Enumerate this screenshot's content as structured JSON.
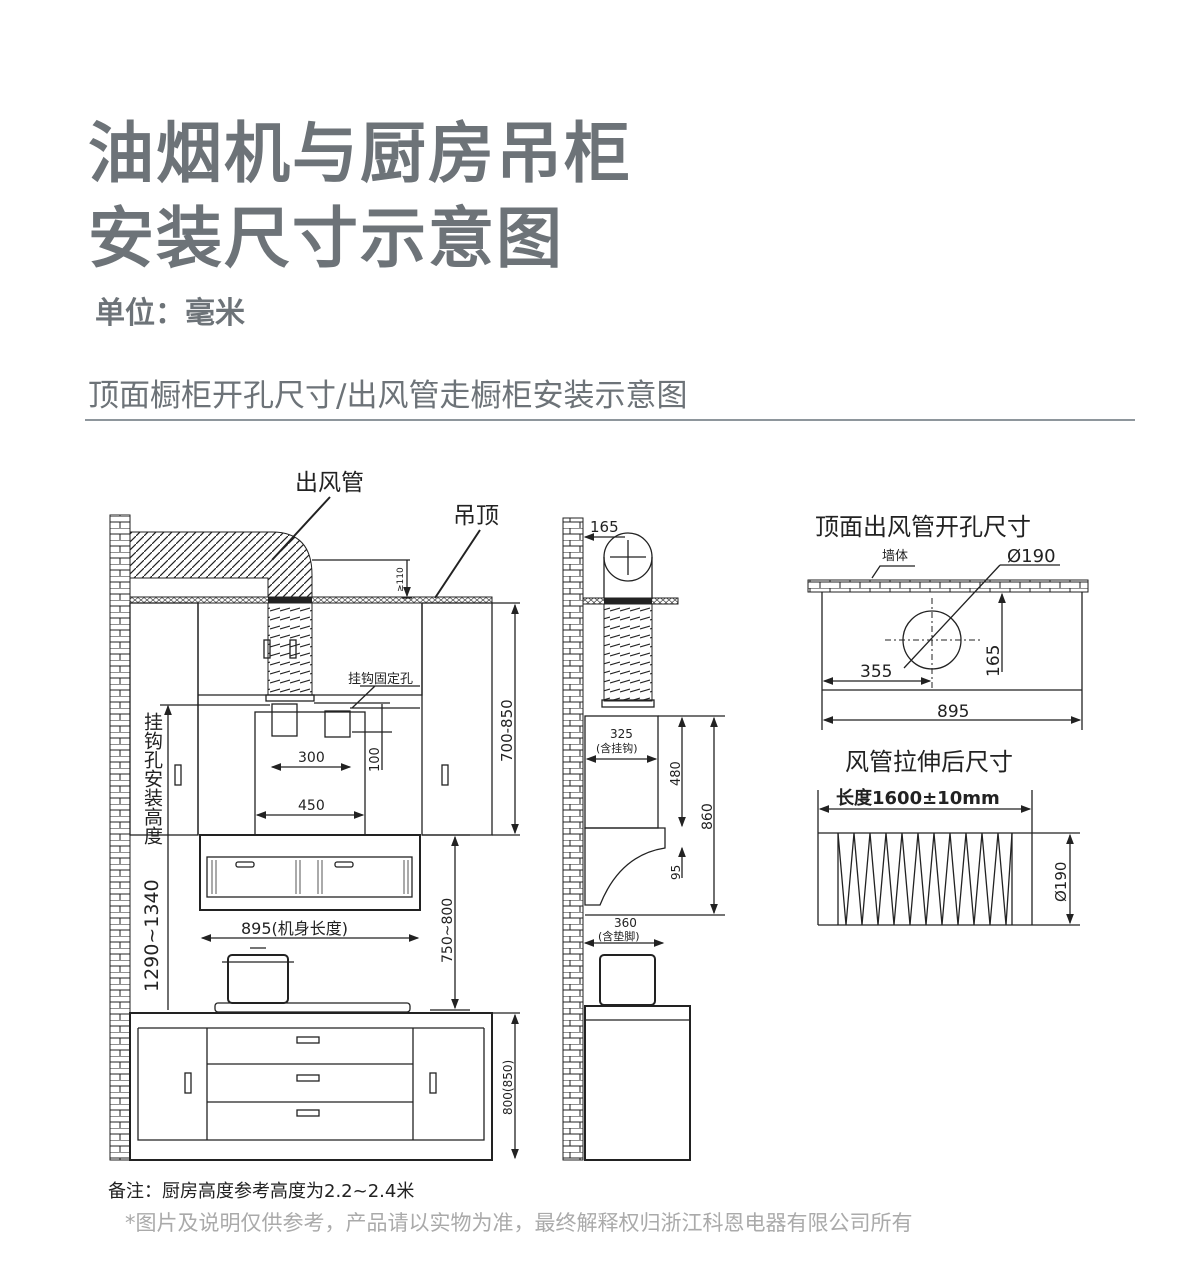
{
  "header": {
    "title_line1": "油烟机与厨房吊柜",
    "title_line2": "安装尺寸示意图",
    "unit": "单位：毫米",
    "subtitle": "顶面橱柜开孔尺寸/出风管走橱柜安装示意图"
  },
  "front_view": {
    "duct_label": "出风管",
    "ceiling_label": "吊顶",
    "min_gap": "≥110",
    "hook_hole_label": "挂钩固定孔",
    "hook_spacing": "300",
    "hook_offset": "100",
    "chimney_width": "450",
    "cabinet_height": "700-850",
    "body_length": "895(机身长度)",
    "hood_to_stove": "750~800",
    "hook_height_label": "挂钩孔安装高度",
    "hook_height": "1290~1340",
    "base_cabinet_height": "800(850)"
  },
  "side_view": {
    "wall_offset": "165",
    "depth": "325",
    "depth_note": "(含挂钩)",
    "chimney_height": "480",
    "total_height": "860",
    "lower_height": "95",
    "base_depth": "360",
    "base_depth_note": "(含垫脚)"
  },
  "top_view": {
    "title": "顶面出风管开孔尺寸",
    "wall_label": "墙体",
    "diameter": "Ø190",
    "x_offset": "355",
    "y_offset": "165",
    "width": "895"
  },
  "duct_view": {
    "title": "风管拉伸后尺寸",
    "length": "长度1600±10mm",
    "diameter": "Ø190"
  },
  "footer": {
    "note": "备注：厨房高度参考高度为2.2~2.4米",
    "disclaimer": "*图片及说明仅供参考，产品请以实物为准，最终解释权归浙江科恩电器有限公司所有"
  }
}
